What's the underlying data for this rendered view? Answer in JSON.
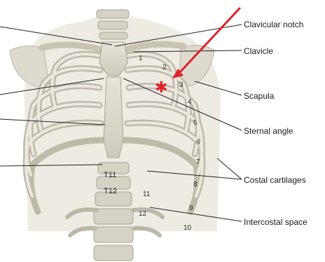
{
  "labels": {
    "clavicular_notch": "Clavicular notch",
    "clavicle": "Clavicle",
    "scapula": "Scapula",
    "sternal_angle": "Sternal angle",
    "costal_cartilages": "Costal cartilages",
    "intercostal_space": "Intercostal space"
  },
  "rib_numbers": [
    "1",
    "2",
    "3",
    "4",
    "5",
    "6",
    "7",
    "8",
    "9",
    "10",
    "11",
    "12"
  ],
  "vertebra_labels": [
    "T11",
    "T12"
  ],
  "marker": {
    "symbol": "✱",
    "color": "#e0222a"
  },
  "arrow_color": "#e0222a",
  "icons": {
    "marker": "asterisk-icon",
    "arrow": "red-arrow-icon"
  }
}
